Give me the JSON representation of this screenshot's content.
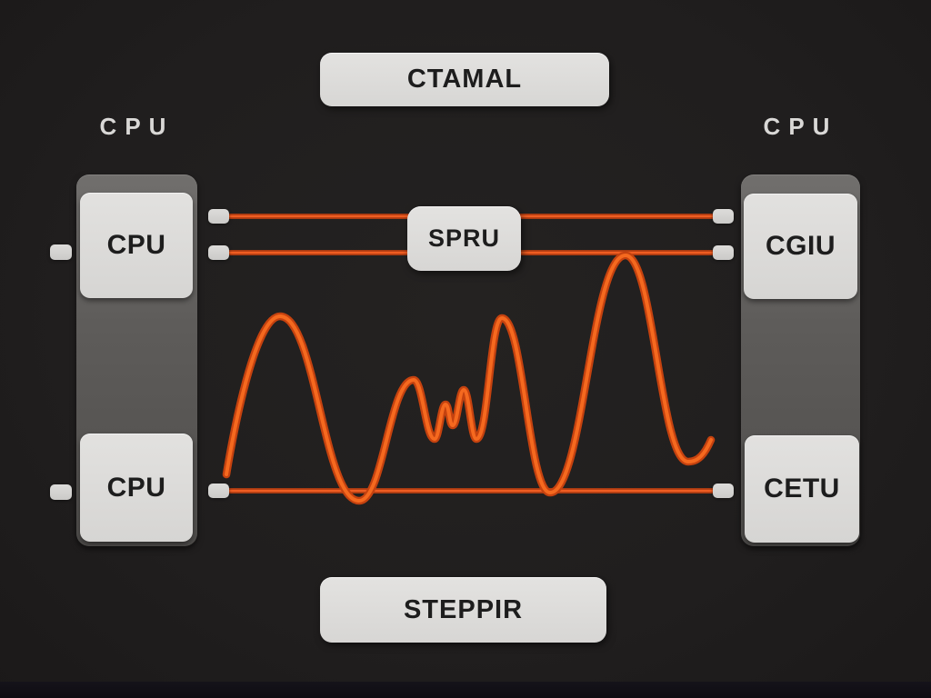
{
  "diagram": {
    "top_label": "CTAMAL",
    "bottom_label": "STEPPIR",
    "bus_label": "SPRU",
    "left_column": {
      "title": "CPU",
      "top_chip": "CPU",
      "bottom_chip": "CPU"
    },
    "right_column": {
      "title": "CPU",
      "top_chip": "CGIU",
      "bottom_chip": "CETU"
    },
    "colors": {
      "background": "#211f1f",
      "accent_orange": "#e2501c",
      "accent_orange_bright": "#fa6d2e",
      "panel_gray": "#5e5c5a",
      "chip_light": "#dedddb",
      "text_dark": "#1d1d1d",
      "text_light": "#d9d8d6"
    }
  }
}
